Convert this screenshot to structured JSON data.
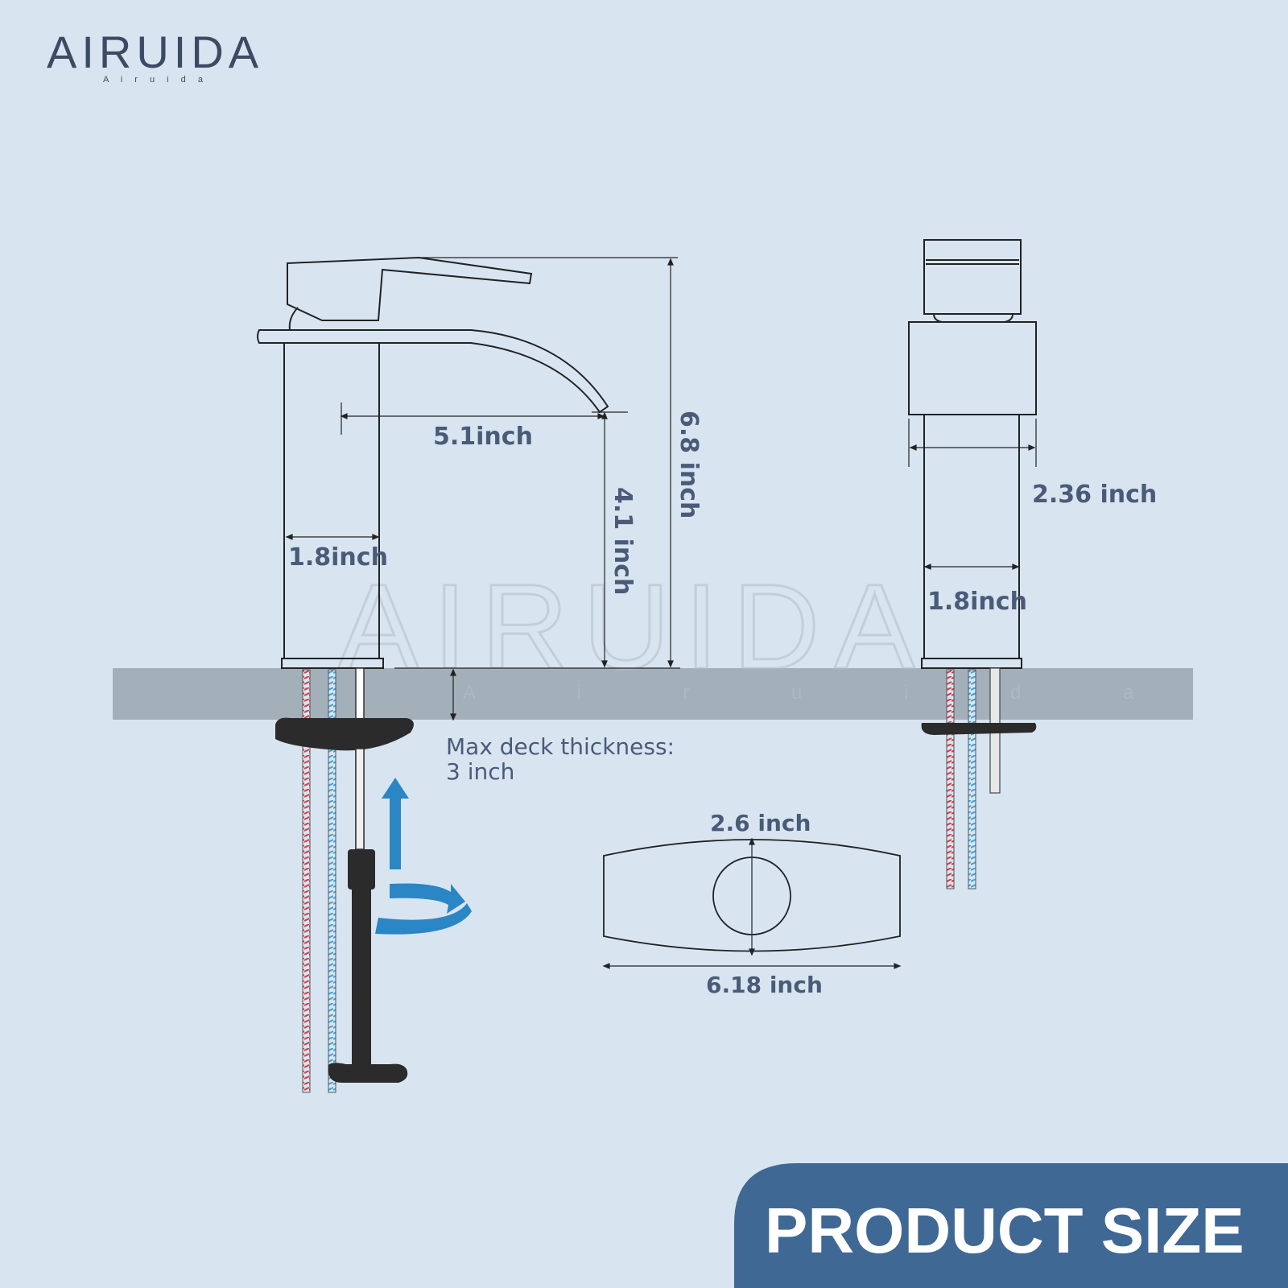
{
  "brand": {
    "name": "AIRUIDA",
    "tagline": "A i r u i d a"
  },
  "watermark": {
    "name": "AIRUIDA",
    "tagline": "A i r u i d a"
  },
  "banner": {
    "label": "PRODUCT SIZE"
  },
  "dimensions": {
    "spout_reach": "5.1inch",
    "total_height": "6.8 inch",
    "spout_height": "4.1 inch",
    "body_width_front": "1.8inch",
    "handle_width_side": "2.36 inch",
    "body_width_side": "1.8inch",
    "deck_note_line1": "Max deck thickness:",
    "deck_note_line2": "3 inch",
    "plate_hole": "2.6 inch",
    "plate_width": "6.18 inch"
  },
  "colors": {
    "background": "#d8e5f1",
    "dimension_text": "#4a5b78",
    "deck": "#a3afb9",
    "banner": "#3f6895",
    "arrow": "#2a86c4",
    "hose_hot": "#d83a40",
    "hose_cold": "#3aa4dc"
  }
}
